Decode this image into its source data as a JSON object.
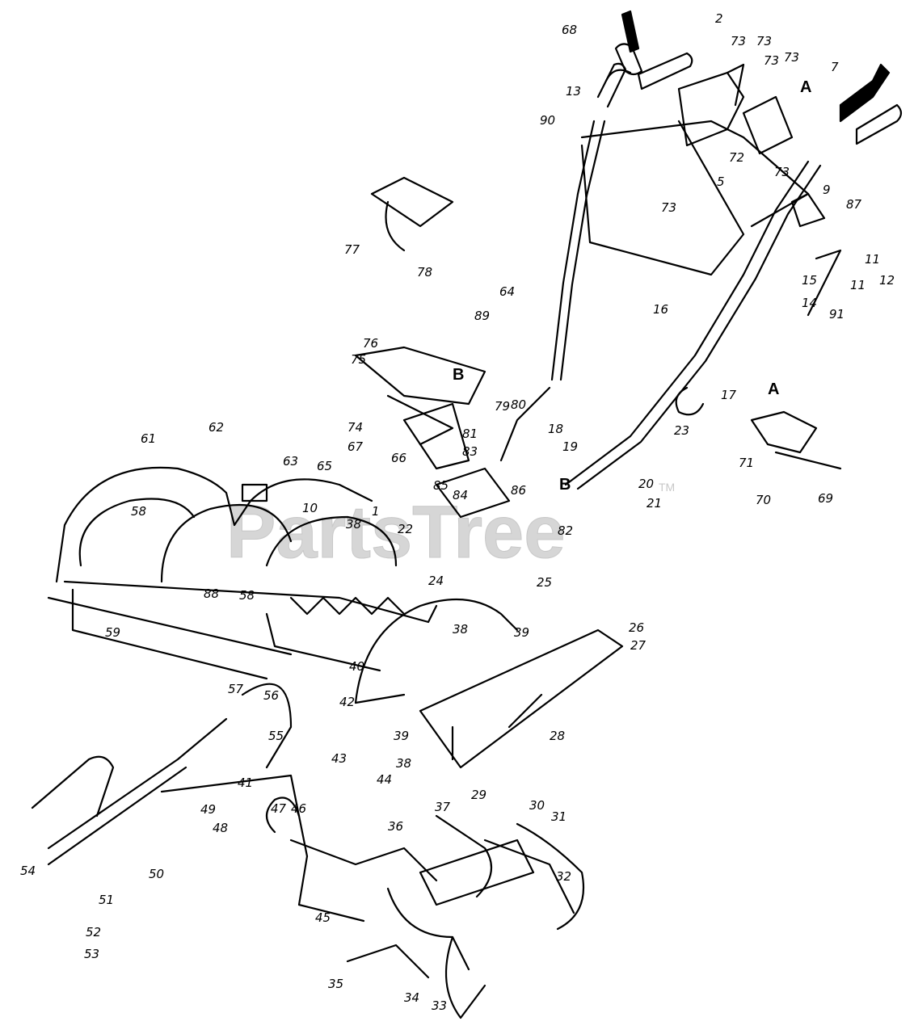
{
  "watermark": {
    "text": "PartsTree",
    "tm": "TM"
  },
  "callouts": [
    {
      "label": "68"
    },
    {
      "label": "2"
    },
    {
      "label": "73"
    },
    {
      "label": "73"
    },
    {
      "label": "73"
    },
    {
      "label": "73"
    },
    {
      "label": "A"
    },
    {
      "label": "7"
    },
    {
      "label": "13"
    },
    {
      "label": "90"
    },
    {
      "label": "72"
    },
    {
      "label": "73"
    },
    {
      "label": "73"
    },
    {
      "label": "5"
    },
    {
      "label": "9"
    },
    {
      "label": "87"
    },
    {
      "label": "11"
    },
    {
      "label": "12"
    },
    {
      "label": "15"
    },
    {
      "label": "11"
    },
    {
      "label": "14"
    },
    {
      "label": "91"
    },
    {
      "label": "16"
    },
    {
      "label": "64"
    },
    {
      "label": "78"
    },
    {
      "label": "77"
    },
    {
      "label": "89"
    },
    {
      "label": "76"
    },
    {
      "label": "75"
    },
    {
      "label": "B"
    },
    {
      "label": "79"
    },
    {
      "label": "80"
    },
    {
      "label": "74"
    },
    {
      "label": "81"
    },
    {
      "label": "67"
    },
    {
      "label": "66"
    },
    {
      "label": "83"
    },
    {
      "label": "65"
    },
    {
      "label": "85"
    },
    {
      "label": "84"
    },
    {
      "label": "86"
    },
    {
      "label": "61"
    },
    {
      "label": "62"
    },
    {
      "label": "63"
    },
    {
      "label": "10"
    },
    {
      "label": "1"
    },
    {
      "label": "38"
    },
    {
      "label": "22"
    },
    {
      "label": "82"
    },
    {
      "label": "58"
    },
    {
      "label": "24"
    },
    {
      "label": "88"
    },
    {
      "label": "58"
    },
    {
      "label": "25"
    },
    {
      "label": "59"
    },
    {
      "label": "38"
    },
    {
      "label": "39"
    },
    {
      "label": "26"
    },
    {
      "label": "27"
    },
    {
      "label": "40"
    },
    {
      "label": "17"
    },
    {
      "label": "A"
    },
    {
      "label": "23"
    },
    {
      "label": "18"
    },
    {
      "label": "19"
    },
    {
      "label": "B"
    },
    {
      "label": "20"
    },
    {
      "label": "21"
    },
    {
      "label": "71"
    },
    {
      "label": "70"
    },
    {
      "label": "69"
    },
    {
      "label": "57"
    },
    {
      "label": "56"
    },
    {
      "label": "42"
    },
    {
      "label": "55"
    },
    {
      "label": "43"
    },
    {
      "label": "39"
    },
    {
      "label": "38"
    },
    {
      "label": "28"
    },
    {
      "label": "41"
    },
    {
      "label": "47"
    },
    {
      "label": "46"
    },
    {
      "label": "44"
    },
    {
      "label": "49"
    },
    {
      "label": "48"
    },
    {
      "label": "29"
    },
    {
      "label": "37"
    },
    {
      "label": "30"
    },
    {
      "label": "31"
    },
    {
      "label": "36"
    },
    {
      "label": "54"
    },
    {
      "label": "50"
    },
    {
      "label": "32"
    },
    {
      "label": "51"
    },
    {
      "label": "45"
    },
    {
      "label": "52"
    },
    {
      "label": "53"
    },
    {
      "label": "35"
    },
    {
      "label": "34"
    },
    {
      "label": "33"
    }
  ]
}
